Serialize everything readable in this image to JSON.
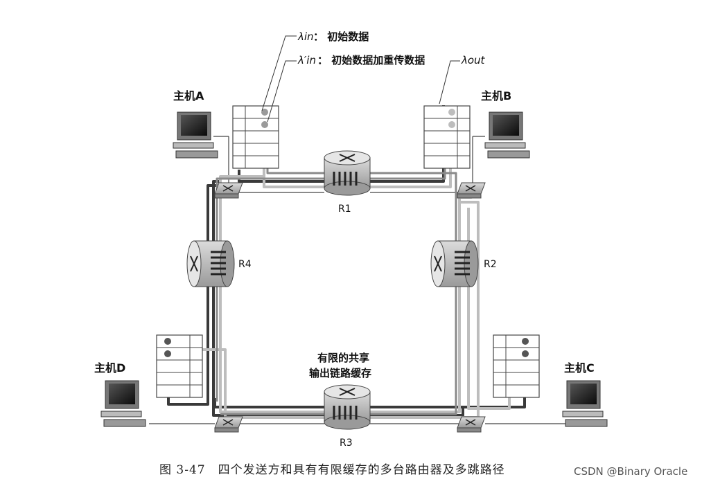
{
  "legend": {
    "lambda_in": "λin",
    "lambda_in_text": "： 初始数据",
    "lambda_in_prime": "λ′in",
    "lambda_in_prime_text": "： 初始数据加重传数据",
    "lambda_out": "λout"
  },
  "hosts": {
    "a": "主机A",
    "b": "主机B",
    "c": "主机C",
    "d": "主机D"
  },
  "routers": {
    "r1": "R1",
    "r2": "R2",
    "r3": "R3",
    "r4": "R4"
  },
  "buffer_note": {
    "line1": "有限的共享",
    "line2": "输出链路缓存"
  },
  "caption": "图 3-47　四个发送方和具有有限缓存的多台路由器及多跳路径",
  "watermark": "CSDN @Binary Oracle",
  "colors": {
    "dark_path": "#3a3a3a",
    "light_path": "#bdbdbd",
    "medium_path": "#8a8a8a"
  }
}
